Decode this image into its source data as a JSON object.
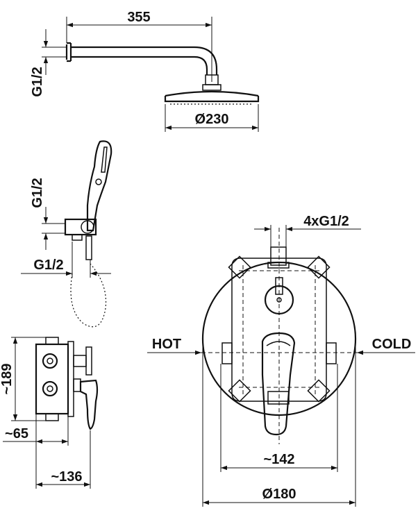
{
  "dimensions": {
    "arm_length": "355",
    "arm_thread": "G1/2",
    "head_diameter": "Ø230",
    "holder_thread": "G1/2",
    "hose_thread": "G1/2",
    "outlets": "4xG1/2",
    "hot": "HOT",
    "cold": "COLD",
    "body_height": "~189",
    "depth_65": "~65",
    "depth_136": "~136",
    "width_142": "~142",
    "plate_diameter": "Ø180"
  }
}
